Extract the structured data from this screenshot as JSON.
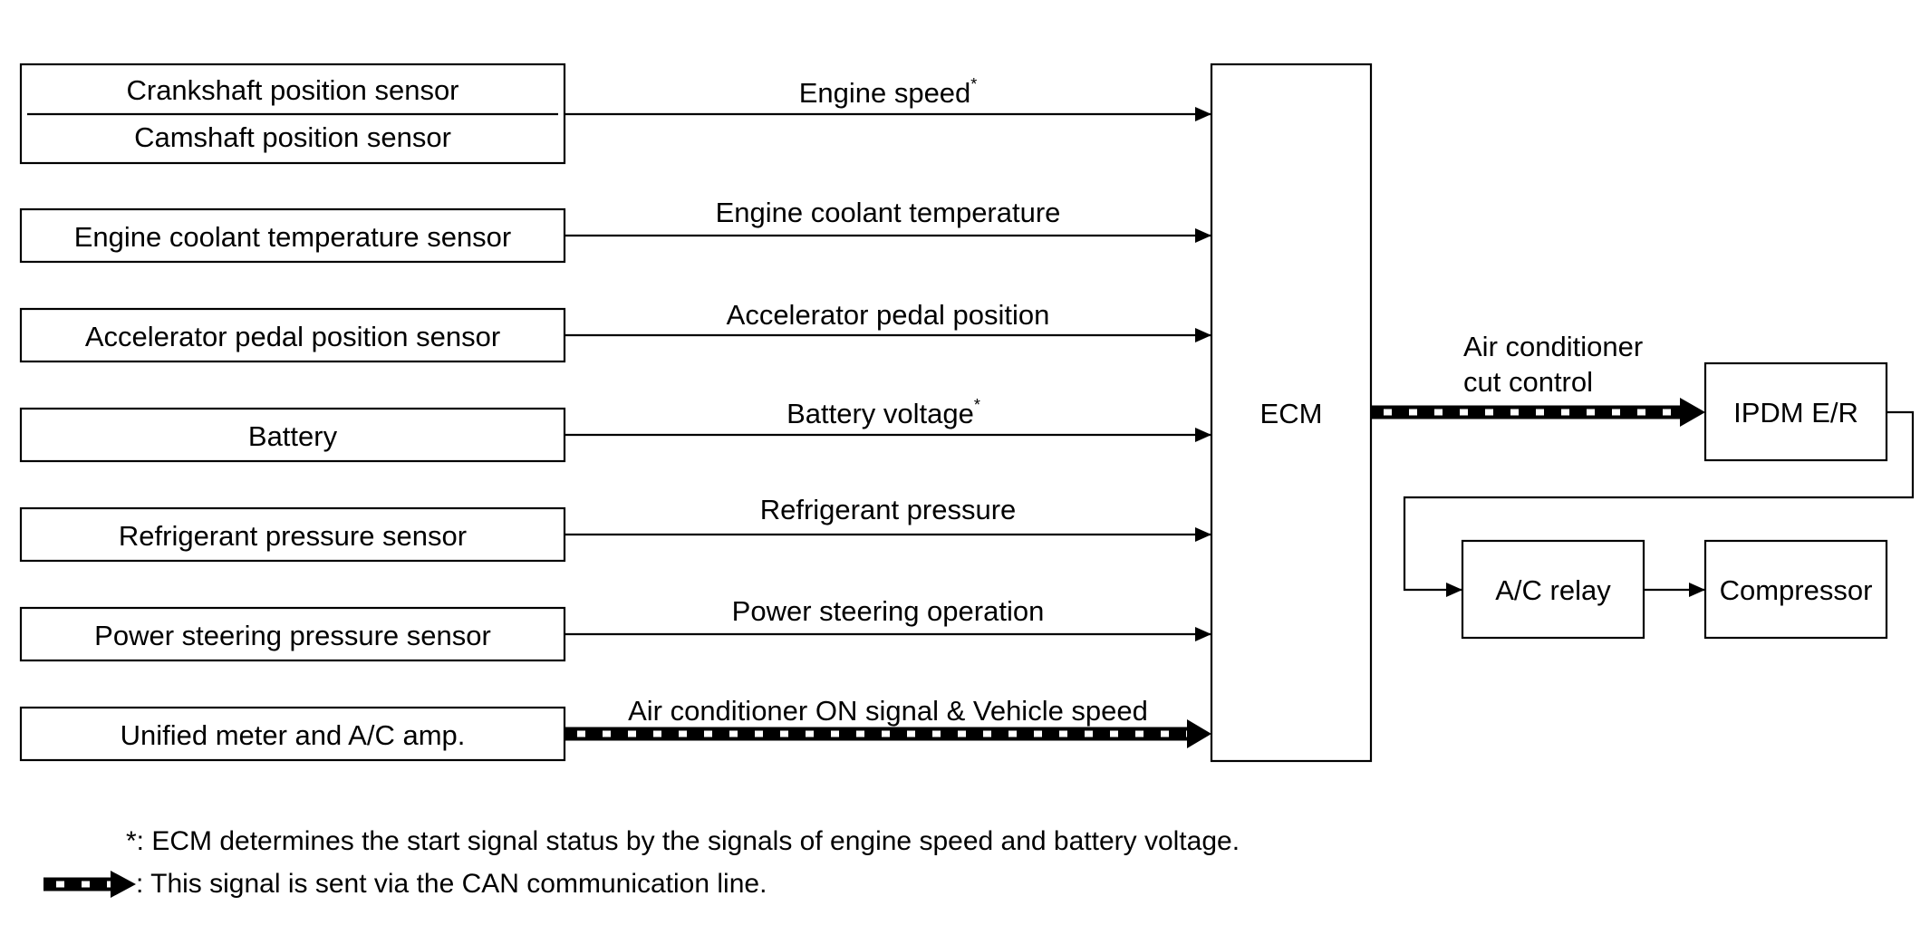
{
  "sensors": {
    "crankshaft": "Crankshaft position sensor",
    "camshaft": "Camshaft position sensor",
    "coolant": "Engine coolant temperature sensor",
    "accelerator": "Accelerator pedal position sensor",
    "battery": "Battery",
    "refrigerant": "Refrigerant pressure sensor",
    "power_steering": "Power steering pressure sensor",
    "unified_meter": "Unified meter and A/C amp."
  },
  "signals": {
    "engine_speed": "Engine speed",
    "coolant_temp": "Engine coolant temperature",
    "accelerator": "Accelerator pedal position",
    "battery_voltage": "Battery voltage",
    "refrigerant": "Refrigerant pressure",
    "power_steering": "Power steering operation",
    "ac_on_vehicle_speed": "Air conditioner ON signal & Vehicle speed",
    "ac_cut_line1": "Air conditioner",
    "ac_cut_line2": "cut control",
    "asterisk": "*"
  },
  "ecm": "ECM",
  "outputs": {
    "ipdm": "IPDM E/R",
    "ac_relay": "A/C relay",
    "compressor": "Compressor"
  },
  "notes": {
    "asterisk_note": "*: ECM determines the start signal status by the signals of engine speed and battery voltage.",
    "can_note": ": This signal is sent via the CAN communication line."
  }
}
